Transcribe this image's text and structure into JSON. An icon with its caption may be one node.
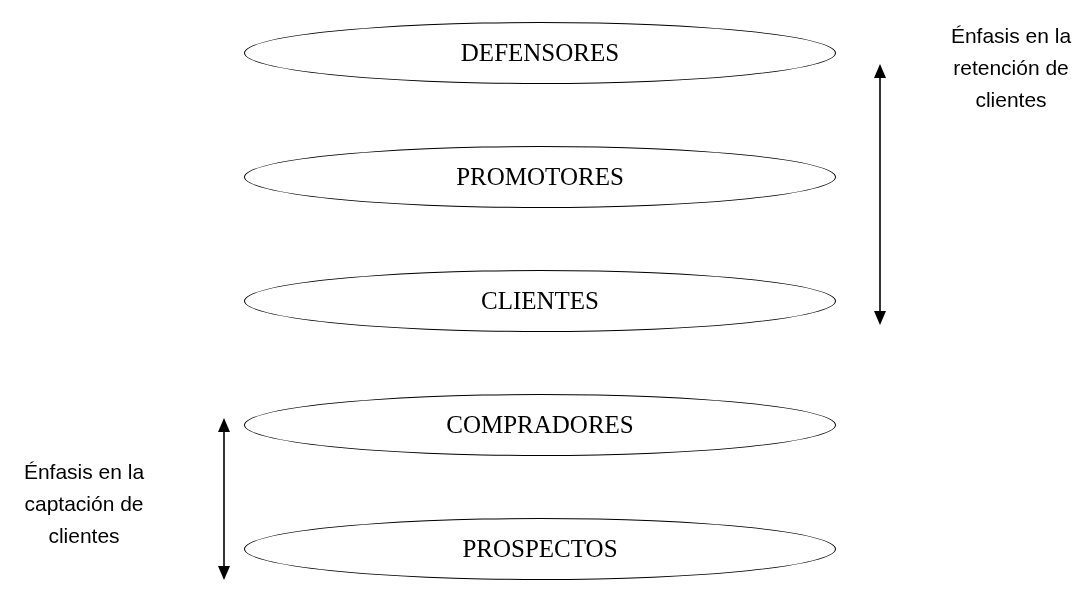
{
  "diagram": {
    "nodes": [
      {
        "text": [
          "DEFENSORES"
        ]
      },
      {
        "text": [
          "PROMOTORES"
        ]
      },
      {
        "text": [
          "CLIENTES"
        ]
      },
      {
        "text": [
          "COMPRADORES"
        ]
      },
      {
        "text": [
          "PROSPECTOS"
        ]
      }
    ],
    "labels": [
      "Énfasis en la retención de clientes",
      "Énfasis en la captación de clientes"
    ]
  }
}
